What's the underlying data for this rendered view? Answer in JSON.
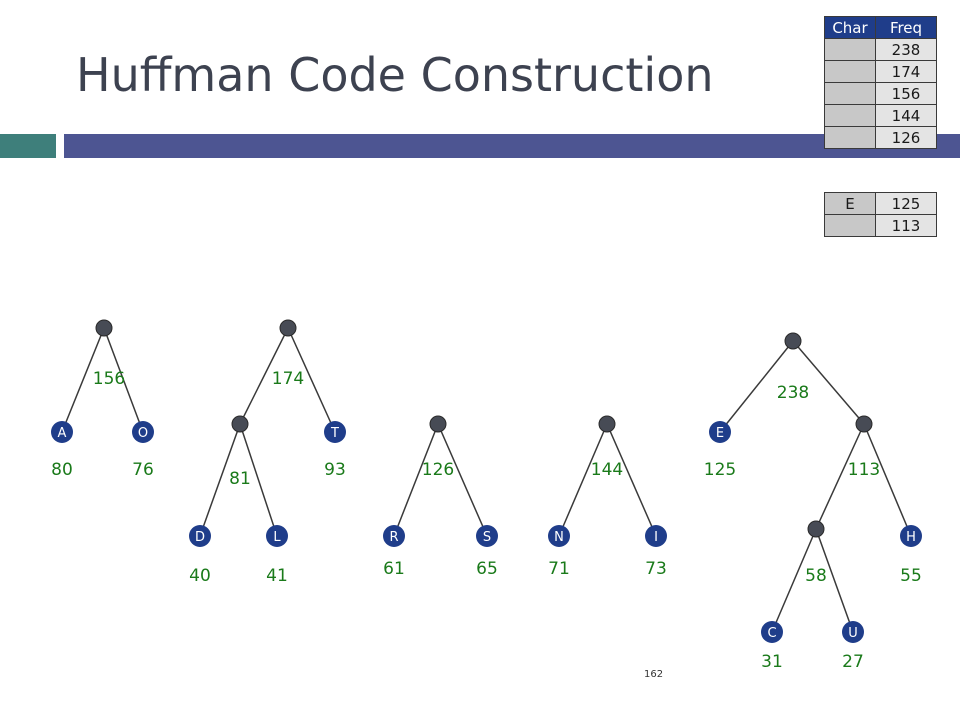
{
  "slide": {
    "title": "Huffman Code Construction",
    "page_number": "162"
  },
  "colors": {
    "accent_teal": "#3e7f7b",
    "accent_navy": "#4d5592",
    "leaf_node": "#1f3d8a",
    "inner_node": "#474b55",
    "weight_text": "#1a7a1a"
  },
  "freq_table": {
    "headers": [
      "Char",
      "Freq"
    ],
    "rows": [
      {
        "char": "",
        "freq": "238"
      },
      {
        "char": "",
        "freq": "174"
      },
      {
        "char": "",
        "freq": "156"
      },
      {
        "char": "",
        "freq": "144"
      },
      {
        "char": "",
        "freq": "126"
      }
    ]
  },
  "queue_table": {
    "rows": [
      {
        "char": "E",
        "freq": "125"
      },
      {
        "char": "",
        "freq": "113"
      }
    ]
  },
  "trees": [
    {
      "id": "t156",
      "nodes": [
        {
          "id": "n156",
          "kind": "inner",
          "label": ""
        },
        {
          "id": "nA",
          "kind": "leaf",
          "label": "A"
        },
        {
          "id": "nO",
          "kind": "leaf",
          "label": "O"
        }
      ],
      "edges": [
        [
          "n156",
          "nA"
        ],
        [
          "n156",
          "nO"
        ]
      ],
      "weights": [
        {
          "node": "n156",
          "text": "156"
        },
        {
          "node": "nA",
          "text": "80"
        },
        {
          "node": "nO",
          "text": "76"
        }
      ]
    },
    {
      "id": "t174",
      "nodes": [
        {
          "id": "n174",
          "kind": "inner",
          "label": ""
        },
        {
          "id": "n81",
          "kind": "inner",
          "label": ""
        },
        {
          "id": "nT",
          "kind": "leaf",
          "label": "T"
        },
        {
          "id": "nD",
          "kind": "leaf",
          "label": "D"
        },
        {
          "id": "nL",
          "kind": "leaf",
          "label": "L"
        }
      ],
      "edges": [
        [
          "n174",
          "n81"
        ],
        [
          "n174",
          "nT"
        ],
        [
          "n81",
          "nD"
        ],
        [
          "n81",
          "nL"
        ]
      ],
      "weights": [
        {
          "node": "n174",
          "text": "174"
        },
        {
          "node": "n81",
          "text": "81"
        },
        {
          "node": "nT",
          "text": "93"
        },
        {
          "node": "nD",
          "text": "40"
        },
        {
          "node": "nL",
          "text": "41"
        }
      ]
    },
    {
      "id": "t126",
      "nodes": [
        {
          "id": "n126",
          "kind": "inner",
          "label": ""
        },
        {
          "id": "nR",
          "kind": "leaf",
          "label": "R"
        },
        {
          "id": "nS",
          "kind": "leaf",
          "label": "S"
        }
      ],
      "edges": [
        [
          "n126",
          "nR"
        ],
        [
          "n126",
          "nS"
        ]
      ],
      "weights": [
        {
          "node": "n126",
          "text": "126"
        },
        {
          "node": "nR",
          "text": "61"
        },
        {
          "node": "nS",
          "text": "65"
        }
      ]
    },
    {
      "id": "t144",
      "nodes": [
        {
          "id": "n144",
          "kind": "inner",
          "label": ""
        },
        {
          "id": "nN",
          "kind": "leaf",
          "label": "N"
        },
        {
          "id": "nI",
          "kind": "leaf",
          "label": "I"
        }
      ],
      "edges": [
        [
          "n144",
          "nN"
        ],
        [
          "n144",
          "nI"
        ]
      ],
      "weights": [
        {
          "node": "n144",
          "text": "144"
        },
        {
          "node": "nN",
          "text": "71"
        },
        {
          "node": "nI",
          "text": "73"
        }
      ]
    },
    {
      "id": "t238",
      "nodes": [
        {
          "id": "n238",
          "kind": "inner",
          "label": ""
        },
        {
          "id": "nE",
          "kind": "leaf",
          "label": "E"
        },
        {
          "id": "n113",
          "kind": "inner",
          "label": ""
        },
        {
          "id": "n58",
          "kind": "inner",
          "label": ""
        },
        {
          "id": "nH",
          "kind": "leaf",
          "label": "H"
        },
        {
          "id": "nC",
          "kind": "leaf",
          "label": "C"
        },
        {
          "id": "nU",
          "kind": "leaf",
          "label": "U"
        }
      ],
      "edges": [
        [
          "n238",
          "nE"
        ],
        [
          "n238",
          "n113"
        ],
        [
          "n113",
          "n58"
        ],
        [
          "n113",
          "nH"
        ],
        [
          "n58",
          "nC"
        ],
        [
          "n58",
          "nU"
        ]
      ],
      "weights": [
        {
          "node": "n238",
          "text": "238"
        },
        {
          "node": "nE",
          "text": "125"
        },
        {
          "node": "n113",
          "text": "113"
        },
        {
          "node": "n58",
          "text": "58"
        },
        {
          "node": "nH",
          "text": "55"
        },
        {
          "node": "nC",
          "text": "31"
        },
        {
          "node": "nU",
          "text": "27"
        }
      ]
    }
  ]
}
